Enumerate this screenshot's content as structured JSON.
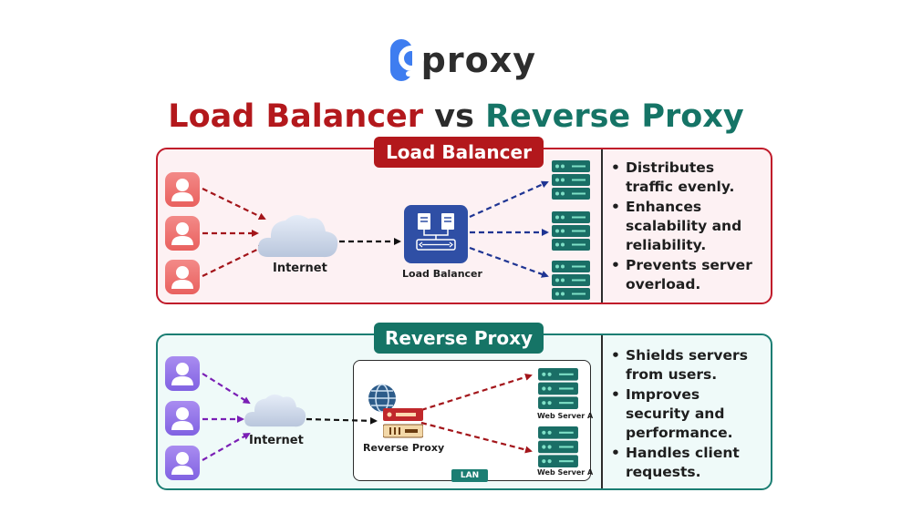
{
  "logo": {
    "text": "proxy"
  },
  "title": {
    "left": "Load Balancer",
    "middle": "vs",
    "right": "Reverse Proxy"
  },
  "load_balancer": {
    "tag": "Load Balancer",
    "cloud_label": "Internet",
    "node_label": "Load Balancer",
    "bullets": [
      "Distributes traffic evenly.",
      "Enhances scalability and reliability.",
      "Prevents server overload."
    ]
  },
  "reverse_proxy": {
    "tag": "Reverse Proxy",
    "cloud_label": "Internet",
    "node_label": "Reverse Proxy",
    "server_labels": [
      "Web Server A",
      "Web Server A"
    ],
    "lan_label": "LAN",
    "bullets": [
      "Shields servers from users.",
      "Improves security and performance.",
      "Handles client requests."
    ]
  },
  "colors": {
    "lb_accent": "#b3181c",
    "rp_accent": "#157466",
    "lb_arrow": "#a3151a",
    "lb_server_arrow": "#1f3593",
    "rp_arrow": "#7a1fb5",
    "logo_blue": "#3e7df0"
  },
  "icons": {
    "logo": "proxy-logo-icon",
    "user": "user-icon",
    "cloud": "cloud-icon",
    "load_balancer": "load-balancer-icon",
    "server": "server-rack-icon",
    "globe": "globe-icon",
    "firewall": "proxy-server-icon"
  }
}
